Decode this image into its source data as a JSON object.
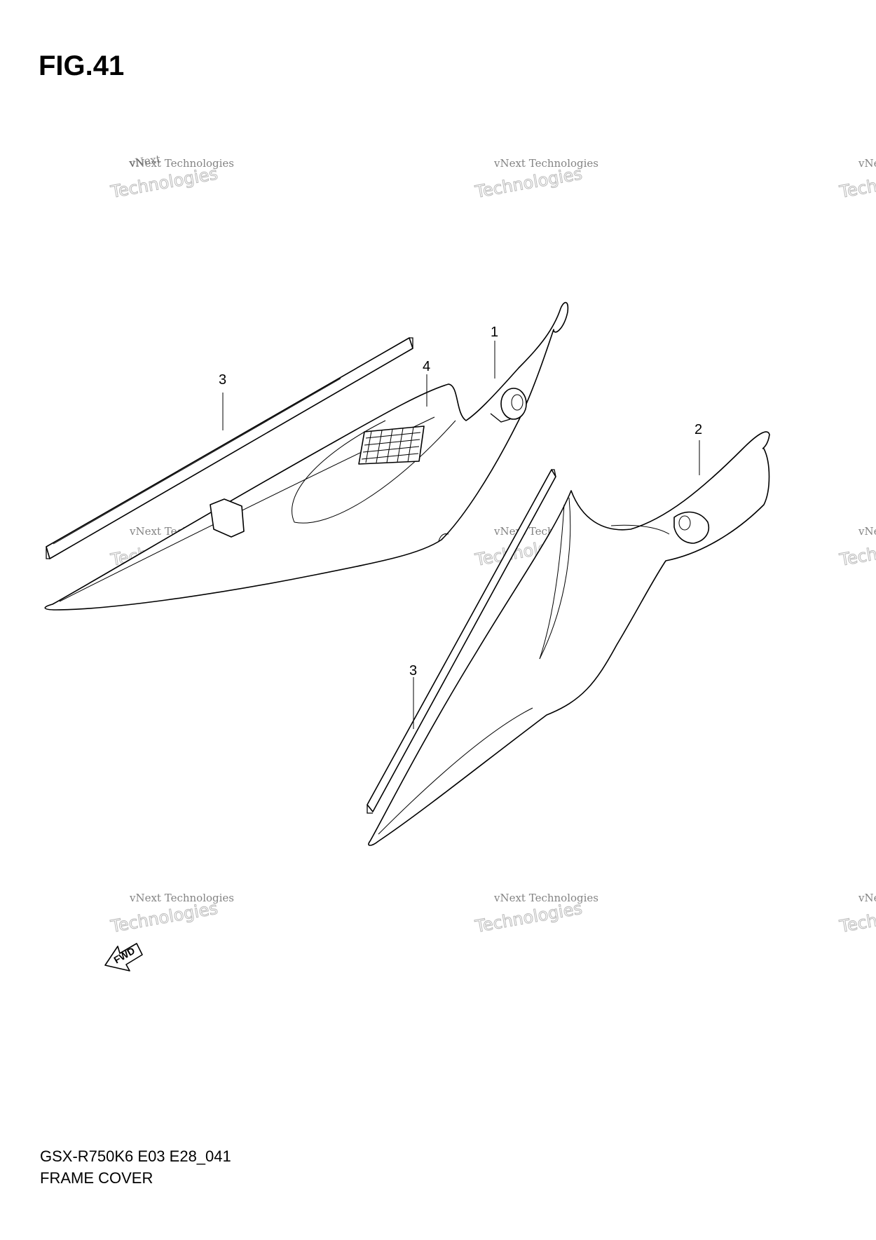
{
  "figure": {
    "title": "FIG.41"
  },
  "footer": {
    "model_code": "GSX-R750K6 E03 E28_041",
    "section_name": "FRAME COVER"
  },
  "callouts": [
    {
      "id": "callout-1",
      "label": "1"
    },
    {
      "id": "callout-2",
      "label": "2"
    },
    {
      "id": "callout-3a",
      "label": "3"
    },
    {
      "id": "callout-3b",
      "label": "3"
    },
    {
      "id": "callout-4",
      "label": "4"
    }
  ],
  "direction_arrow": {
    "label": "FWD"
  },
  "watermark": {
    "line1": "vNext Technologies",
    "line2": "vNext",
    "line3": "Technologies"
  }
}
